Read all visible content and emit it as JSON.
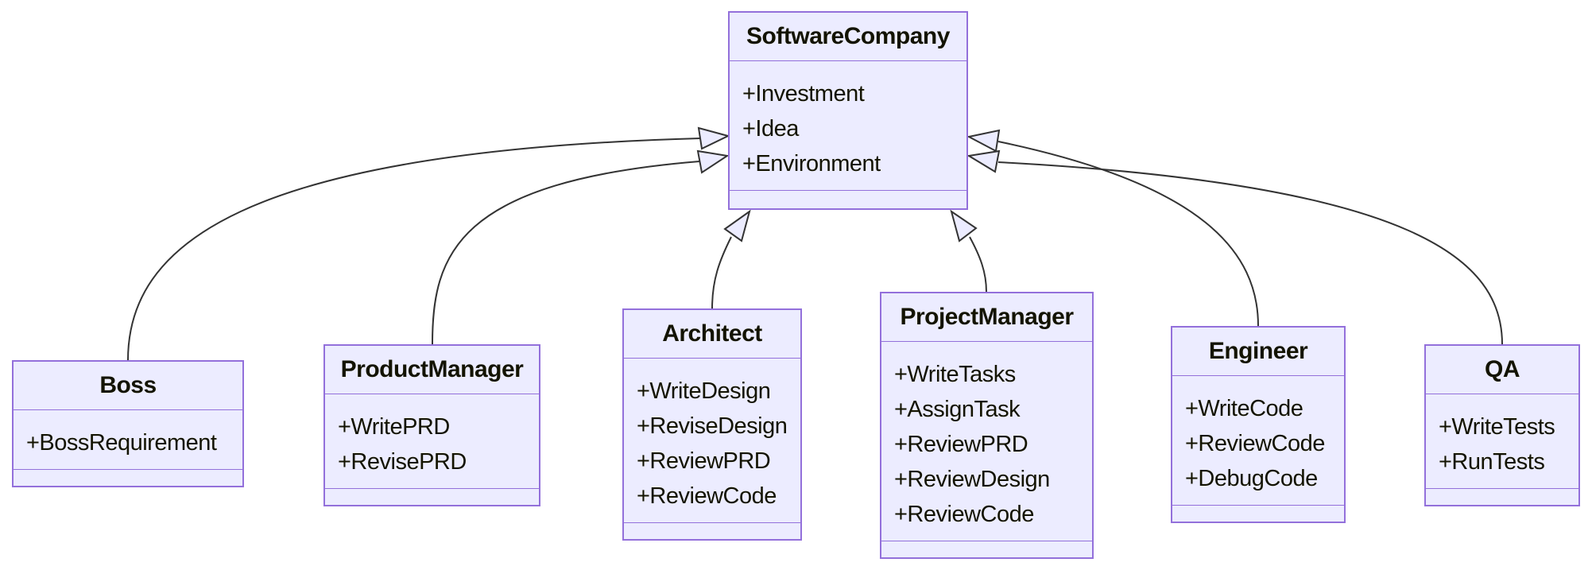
{
  "diagram": {
    "kind": "uml-class-diagram",
    "relation_type": "inheritance"
  },
  "colors": {
    "background": "#FFFFFF",
    "node_fill": "#ECECFF",
    "node_border": "#9370DB",
    "edge_line": "#333333",
    "arrowhead_fill": "#ECECFF",
    "text": "#131300"
  },
  "classes": [
    {
      "name": "SoftwareCompany",
      "members": [
        "+Investment",
        "+Idea",
        "+Environment"
      ]
    },
    {
      "name": "Boss",
      "members": [
        "+BossRequirement"
      ]
    },
    {
      "name": "ProductManager",
      "members": [
        "+WritePRD",
        "+RevisePRD"
      ]
    },
    {
      "name": "Architect",
      "members": [
        "+WriteDesign",
        "+ReviseDesign",
        "+ReviewPRD",
        "+ReviewCode"
      ]
    },
    {
      "name": "ProjectManager",
      "members": [
        "+WriteTasks",
        "+AssignTask",
        "+ReviewPRD",
        "+ReviewDesign",
        "+ReviewCode"
      ]
    },
    {
      "name": "Engineer",
      "members": [
        "+WriteCode",
        "+ReviewCode",
        "+DebugCode"
      ]
    },
    {
      "name": "QA",
      "members": [
        "+WriteTests",
        "+RunTests"
      ]
    }
  ],
  "relations": [
    {
      "from": "Boss",
      "to": "SoftwareCompany",
      "type": "inheritance"
    },
    {
      "from": "ProductManager",
      "to": "SoftwareCompany",
      "type": "inheritance"
    },
    {
      "from": "Architect",
      "to": "SoftwareCompany",
      "type": "inheritance"
    },
    {
      "from": "ProjectManager",
      "to": "SoftwareCompany",
      "type": "inheritance"
    },
    {
      "from": "Engineer",
      "to": "SoftwareCompany",
      "type": "inheritance"
    },
    {
      "from": "QA",
      "to": "SoftwareCompany",
      "type": "inheritance"
    }
  ]
}
